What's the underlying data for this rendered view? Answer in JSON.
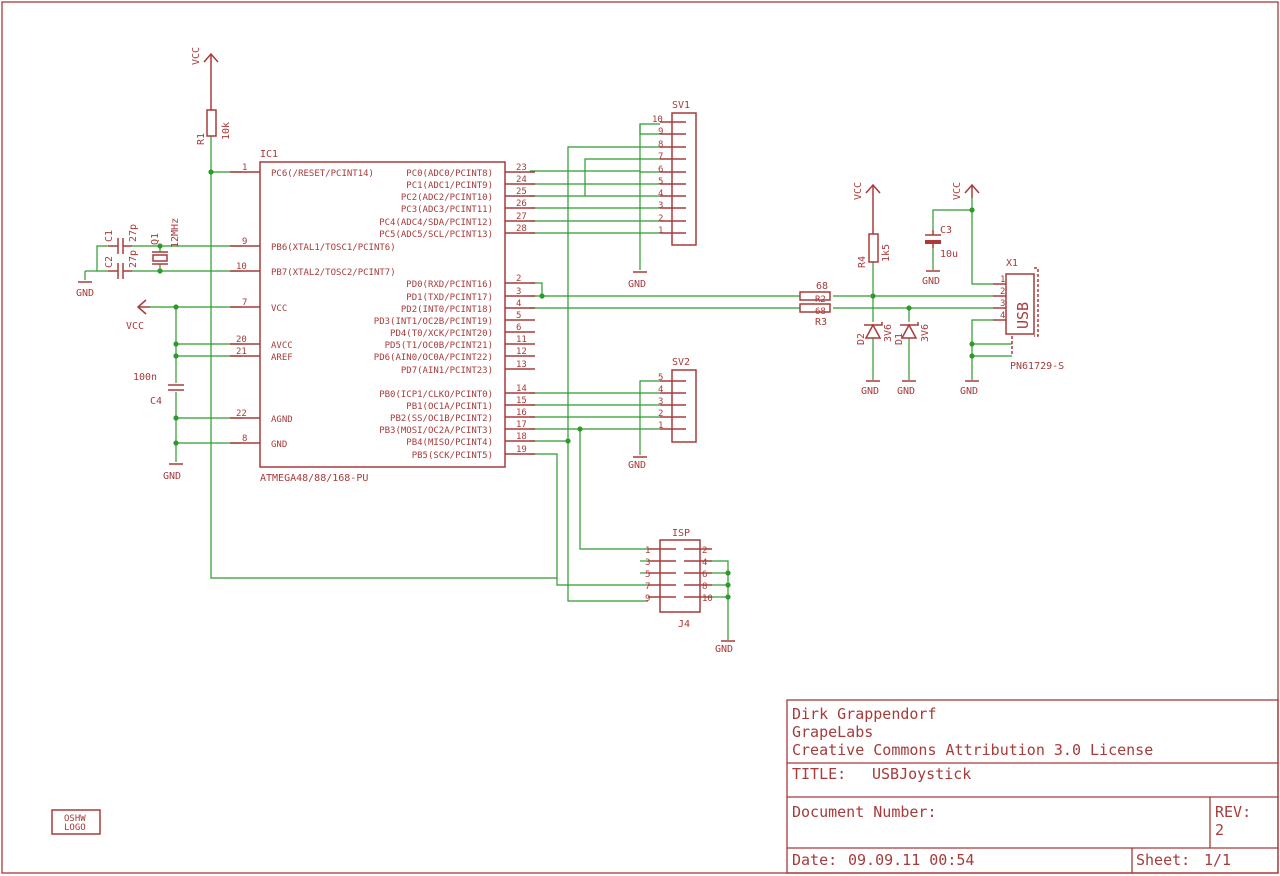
{
  "ic1": {
    "name": "IC1",
    "value": "ATMEGA48/88/168-PU",
    "left_pins": [
      {
        "num": "1",
        "label": "PC6(/RESET/PCINT14)"
      },
      {
        "num": "9",
        "label": "PB6(XTAL1/TOSC1/PCINT6)"
      },
      {
        "num": "10",
        "label": "PB7(XTAL2/TOSC2/PCINT7)"
      },
      {
        "num": "7",
        "label": "VCC"
      },
      {
        "num": "20",
        "label": "AVCC"
      },
      {
        "num": "21",
        "label": "AREF"
      },
      {
        "num": "22",
        "label": "AGND"
      },
      {
        "num": "8",
        "label": "GND"
      }
    ],
    "right_pins": [
      {
        "num": "23",
        "label": "PC0(ADC0/PCINT8)"
      },
      {
        "num": "24",
        "label": "PC1(ADC1/PCINT9)"
      },
      {
        "num": "25",
        "label": "PC2(ADC2/PCINT10)"
      },
      {
        "num": "26",
        "label": "PC3(ADC3/PCINT11)"
      },
      {
        "num": "27",
        "label": "PC4(ADC4/SDA/PCINT12)"
      },
      {
        "num": "28",
        "label": "PC5(ADC5/SCL/PCINT13)"
      },
      {
        "num": "2",
        "label": "PD0(RXD/PCINT16)"
      },
      {
        "num": "3",
        "label": "PD1(TXD/PCINT17)"
      },
      {
        "num": "4",
        "label": "PD2(INT0/PCINT18)"
      },
      {
        "num": "5",
        "label": "PD3(INT1/OC2B/PCINT19)"
      },
      {
        "num": "6",
        "label": "PD4(T0/XCK/PCINT20)"
      },
      {
        "num": "11",
        "label": "PD5(T1/OC0B/PCINT21)"
      },
      {
        "num": "12",
        "label": "PD6(AIN0/OC0A/PCINT22)"
      },
      {
        "num": "13",
        "label": "PD7(AIN1/PCINT23)"
      },
      {
        "num": "14",
        "label": "PB0(ICP1/CLKO/PCINT0)"
      },
      {
        "num": "15",
        "label": "PB1(OC1A/PCINT1)"
      },
      {
        "num": "16",
        "label": "PB2(SS/OC1B/PCINT2)"
      },
      {
        "num": "17",
        "label": "PB3(MOSI/OC2A/PCINT3)"
      },
      {
        "num": "18",
        "label": "PB4(MISO/PCINT4)"
      },
      {
        "num": "19",
        "label": "PB5(SCK/PCINT5)"
      }
    ]
  },
  "r1": {
    "name": "R1",
    "value": "10k"
  },
  "q1": {
    "name": "Q1",
    "value": "12MHz"
  },
  "c1": {
    "name": "C1",
    "value": "27p"
  },
  "c2": {
    "name": "C2",
    "value": "27p"
  },
  "c4": {
    "name": "C4",
    "value": "100n"
  },
  "c3": {
    "name": "C3",
    "value": "10u"
  },
  "r4": {
    "name": "R4",
    "value": "1k5"
  },
  "r2": {
    "name": "R2",
    "value": "68"
  },
  "r3": {
    "name": "R3",
    "value": "68"
  },
  "d1": {
    "name": "D1",
    "value": "3V6"
  },
  "d2": {
    "name": "D2",
    "value": "3V6"
  },
  "sv1": {
    "name": "SV1",
    "pins": [
      "10",
      "9",
      "8",
      "7",
      "6",
      "5",
      "4",
      "3",
      "2",
      "1"
    ]
  },
  "sv2": {
    "name": "SV2",
    "pins": [
      "5",
      "4",
      "3",
      "2",
      "1"
    ]
  },
  "j4": {
    "name": "ISP",
    "ref": "J4",
    "left_pins": [
      "1",
      "3",
      "5",
      "7",
      "9"
    ],
    "right_pins": [
      "2",
      "4",
      "6",
      "8",
      "10"
    ]
  },
  "x1": {
    "name": "X1",
    "body": "USB",
    "value": "PN61729-S",
    "pins": [
      "1",
      "2",
      "3",
      "4"
    ]
  },
  "supply": {
    "vcc": "VCC",
    "gnd": "GND"
  },
  "logo": {
    "line1": "OSHW",
    "line2": "LOGO"
  },
  "title_block": {
    "author": "Dirk Grappendorf",
    "company": "GrapeLabs",
    "license": "Creative Commons Attribution 3.0 License",
    "title_label": "TITLE:",
    "title": "USBJoystick",
    "doc_label": "Document Number:",
    "rev_label": "REV:",
    "rev": "2",
    "date_label": "Date:",
    "date": "09.09.11 00:54",
    "sheet_label": "Sheet:",
    "sheet": "1/1"
  },
  "colors": {
    "symbol": "#a83a3a",
    "net": "#2e9a2e",
    "background": "#ffffff"
  }
}
